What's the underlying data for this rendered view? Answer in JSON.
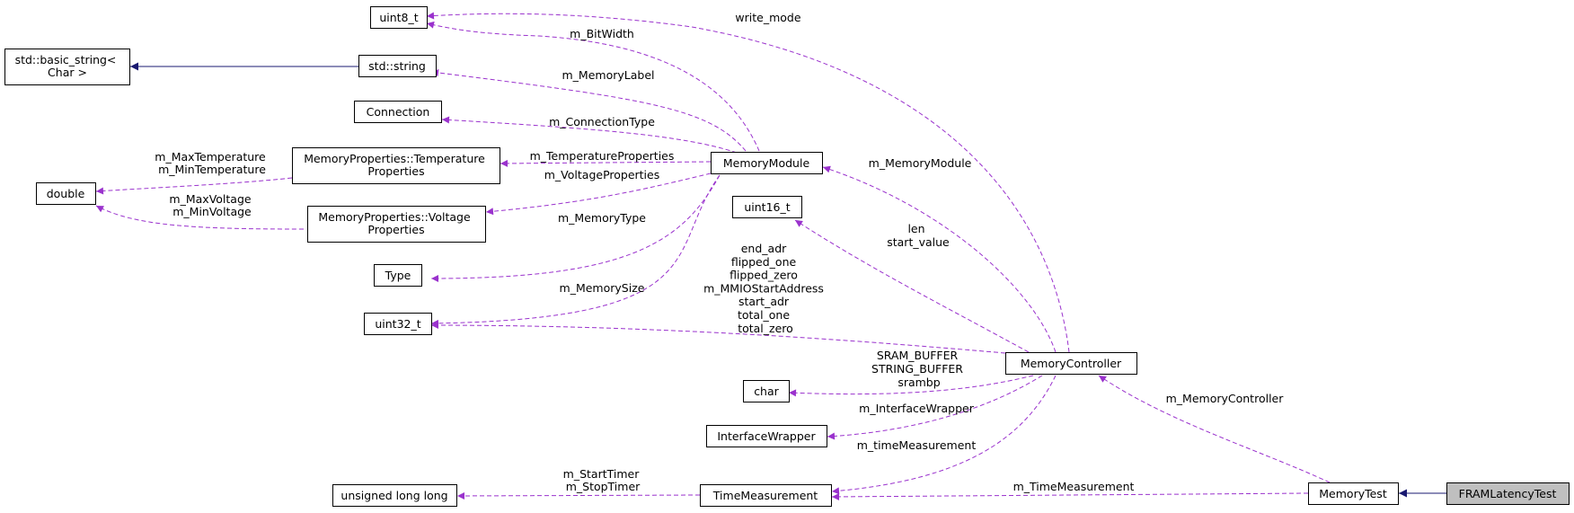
{
  "nodes": {
    "uint8_t": [
      "uint8_t"
    ],
    "basic_string": [
      "std::basic_string<",
      "Char >"
    ],
    "std_string": [
      "std::string"
    ],
    "connection": [
      "Connection"
    ],
    "temp_props": [
      "MemoryProperties::Temperature",
      "Properties"
    ],
    "double": [
      "double"
    ],
    "volt_props": [
      "MemoryProperties::Voltage",
      "Properties"
    ],
    "type": [
      "Type"
    ],
    "uint32_t": [
      "uint32_t"
    ],
    "memory_module": [
      "MemoryModule"
    ],
    "uint16_t": [
      "uint16_t"
    ],
    "char": [
      "char"
    ],
    "interface_wrapper": [
      "InterfaceWrapper"
    ],
    "unsigned_long_long": [
      "unsigned long long"
    ],
    "time_measurement": [
      "TimeMeasurement"
    ],
    "memory_controller": [
      "MemoryController"
    ],
    "memory_test": [
      "MemoryTest"
    ],
    "fram_latency_test": [
      "FRAMLatencyTest"
    ]
  },
  "edge_labels": {
    "write_mode": [
      "write_mode"
    ],
    "bitwidth": [
      "m_BitWidth"
    ],
    "memory_label": [
      "m_MemoryLabel"
    ],
    "connection_type": [
      "m_ConnectionType"
    ],
    "temperature_props": [
      "m_TemperatureProperties"
    ],
    "voltage_props": [
      "m_VoltageProperties"
    ],
    "memory_type": [
      "m_MemoryType"
    ],
    "memory_size": [
      "m_MemorySize"
    ],
    "max_min_temp": [
      "m_MaxTemperature",
      "m_MinTemperature"
    ],
    "max_min_volt": [
      "m_MaxVoltage",
      "m_MinVoltage"
    ],
    "memory_module_member": [
      "m_MemoryModule"
    ],
    "len_start": [
      "len",
      "start_value"
    ],
    "uint32_members": [
      "end_adr",
      "flipped_one",
      "flipped_zero",
      "m_MMIOStartAddress",
      "start_adr",
      "total_one",
      "total_zero"
    ],
    "char_members": [
      "SRAM_BUFFER",
      "STRING_BUFFER",
      "srambp"
    ],
    "interface_wrapper_member": [
      "m_InterfaceWrapper"
    ],
    "time_measurement_member": [
      "m_timeMeasurement"
    ],
    "memory_controller_member": [
      "m_MemoryController"
    ],
    "timers": [
      "m_StartTimer",
      "m_StopTimer"
    ],
    "time_measurement_test_member": [
      "m_TimeMeasurement"
    ]
  },
  "colors": {
    "dependency_edge": "#9a32cd",
    "inheritance_edge": "#191970",
    "highlight_node_fill": "#bfbfbf"
  }
}
